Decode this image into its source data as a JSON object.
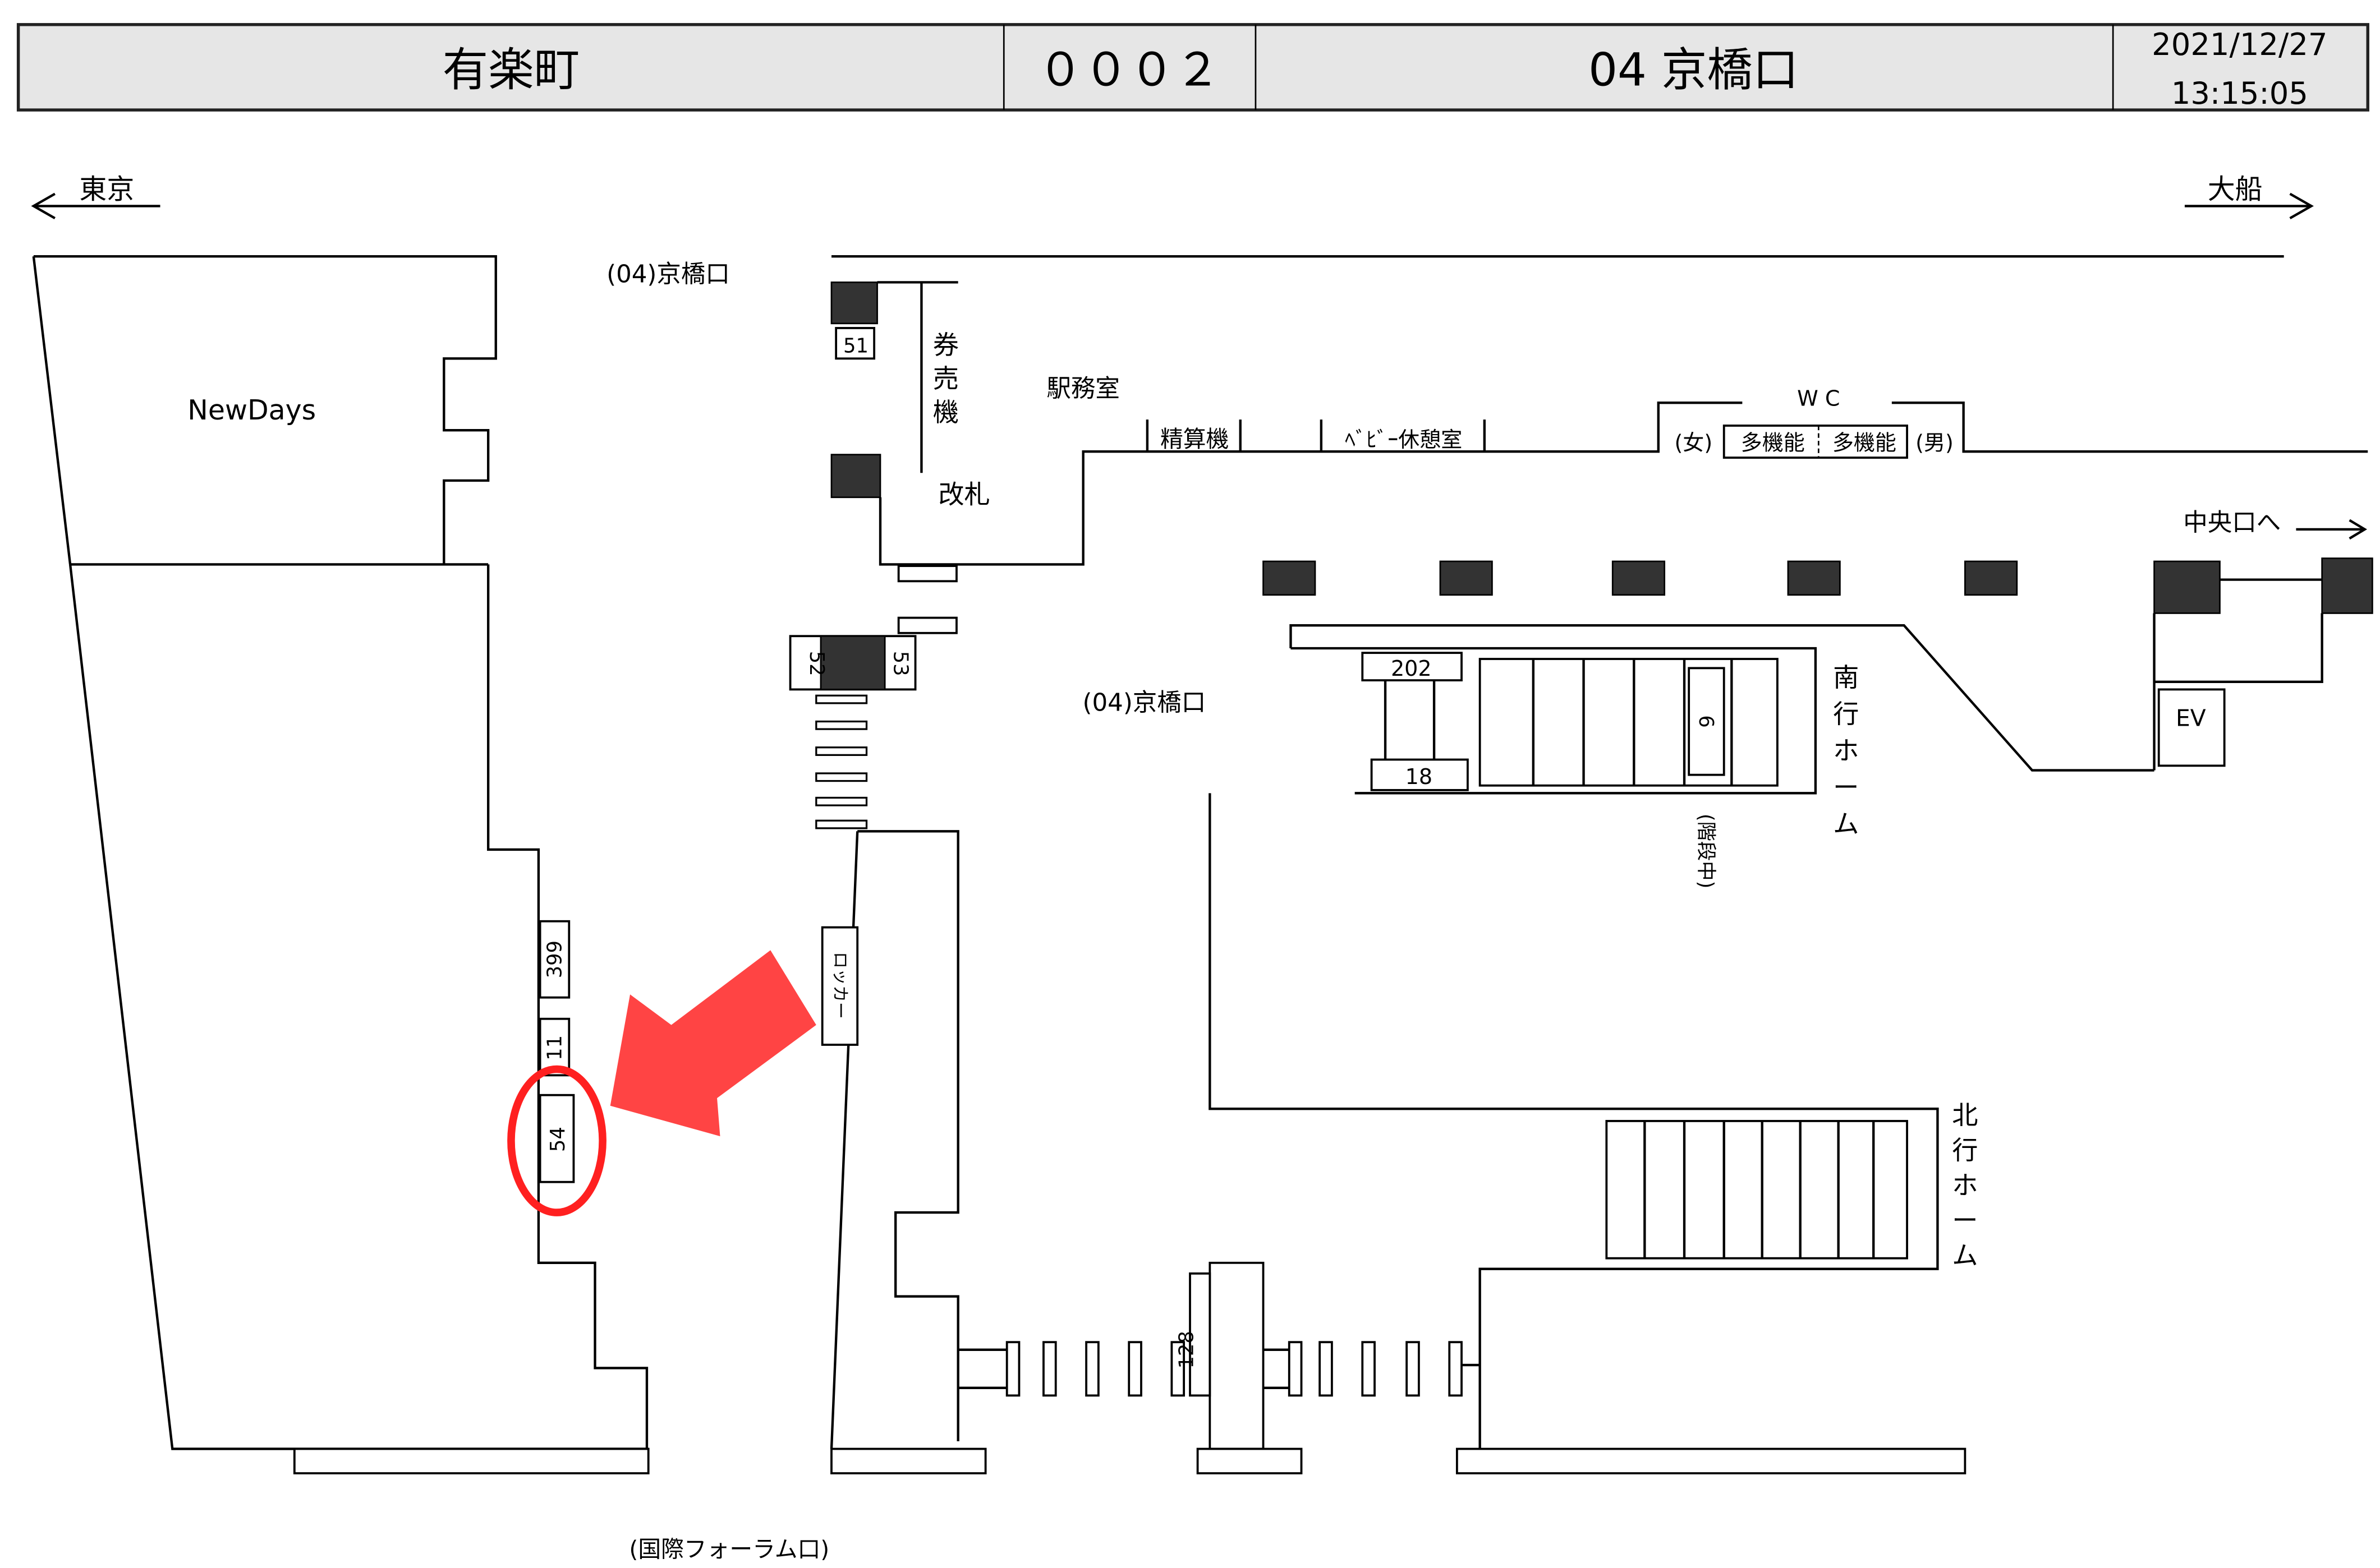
{
  "header": {
    "station": "有楽町",
    "code": "０００２",
    "exit": "04 京橋口",
    "date": "2021/12/27",
    "time": "13:15:05"
  },
  "directions": {
    "left": "東京",
    "right": "大船",
    "central": "中央口へ"
  },
  "labels": {
    "exit_top": "(04)京橋口",
    "exit_mid": "(04)京橋口",
    "exit_bottom": "(国際フォーラム口)",
    "newdays": "NewDays",
    "ticket_machine": [
      "券",
      "売",
      "機"
    ],
    "gate": "改札",
    "station_office": "駅務室",
    "fare_adjust": "精算機",
    "baby_room": "ﾍﾞﾋﾞｰ休憩室",
    "wc": "W C",
    "women": "(女)",
    "multi1": "多機能",
    "multi2": "多機能",
    "men": "(男)",
    "ev": "EV",
    "south_platform": [
      "南",
      "行",
      "ホ",
      "ー",
      "ム"
    ],
    "north_platform": [
      "北",
      "行",
      "ホ",
      "ー",
      "ム"
    ],
    "stair_mid": "(階段中)",
    "locker": "ロッカー"
  },
  "boards": [
    "51",
    "52",
    "53",
    "202",
    "18",
    "6",
    "399",
    "11",
    "54",
    "128"
  ],
  "highlight": {
    "board": "54",
    "color": "#ff4444"
  }
}
